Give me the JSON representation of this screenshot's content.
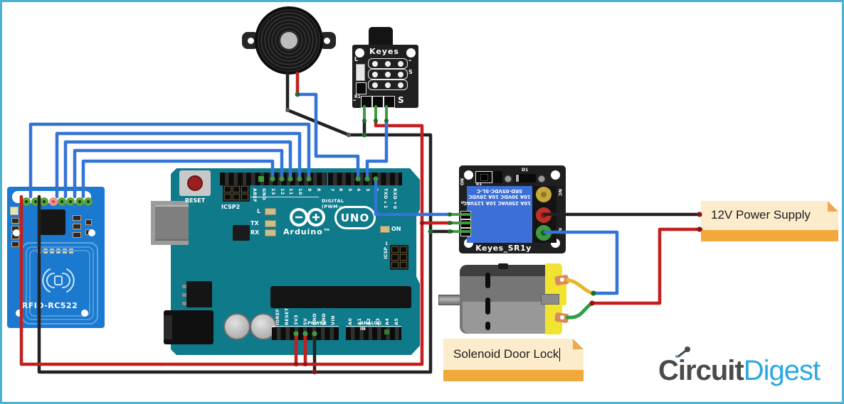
{
  "palette": {
    "wire_blue": "#3374d8",
    "wire_red": "#c41e1e",
    "wire_black": "#222222",
    "wire_green_stub": "#3f9b42",
    "pigtail_yellow": "#e8b52a",
    "pigtail_green": "#2e9e44",
    "arduino_teal": "#0e7a8a",
    "rfid_blue": "#1b79cf",
    "relay_blue": "#3d6fd8",
    "note_bg": "#fdeccb",
    "note_strip": "#f2a93b",
    "border_blue": "#4cb1d3",
    "logo_gray": "#4a4a4a",
    "logo_blue": "#2ba9e0"
  },
  "rfid": {
    "board_label": "RFID-RC522"
  },
  "keyes": {
    "title": "Keyes",
    "l": "L",
    "r1": "R1",
    "row1_minus": "-",
    "row2_s": "S",
    "hdr_minus": "-",
    "hdr_s": "S"
  },
  "arduino": {
    "reset": "RESET",
    "icsp2": "ICSP2",
    "icsp": "ICSP",
    "icsp_one": "1",
    "digital_caption": "DIGITAL (PWM~",
    "top_left_pins": [
      "AREF",
      "GND",
      "13",
      "12",
      "11",
      "10",
      "9",
      "8"
    ],
    "top_right_pins": [
      "7",
      "6",
      "5",
      "4",
      "3",
      "2",
      "TXD▸1",
      "RXD◂0"
    ],
    "led_l": "L",
    "led_tx": "TX",
    "led_rx": "RX",
    "led_on": "ON",
    "brand": "Arduino™",
    "model": "UNO",
    "power_caption": "POWER",
    "analog_caption": "ANALOG IN",
    "power_pins": [
      "IOREF",
      "RESET",
      "3V3",
      "5V",
      "GND",
      "GND",
      "VIN"
    ],
    "analog_pins": [
      "A0",
      "A1",
      "A2",
      "A3",
      "A4",
      "A5"
    ]
  },
  "relay": {
    "r1": "R1",
    "d1": "D1",
    "edge_no": "NO",
    "edge_s": "S",
    "line1": "10A 250VAC 10A 125VAC",
    "line2": "10A 30VDC 10A 28VDC",
    "line3": "SRD-05VDC-SL-C",
    "nc": "NC",
    "no_label": "N",
    "board_label": "Keyes_SR1y"
  },
  "notes": {
    "power_supply": "12V Power Supply",
    "solenoid": "Solenoid Door Lock"
  },
  "logo": {
    "part1": "Circuit",
    "part2": "Digest"
  },
  "connections": [
    {
      "color": "blue",
      "from": "rfid-pin-2",
      "to": "arduino-d9"
    },
    {
      "color": "blue",
      "from": "rfid-pin-5",
      "to": "arduino-d10"
    },
    {
      "color": "blue",
      "from": "rfid-pin-6",
      "to": "arduino-d11"
    },
    {
      "color": "blue",
      "from": "rfid-pin-7",
      "to": "arduino-d12"
    },
    {
      "color": "blue",
      "from": "rfid-pin-8",
      "to": "arduino-d13"
    },
    {
      "color": "red",
      "from": "rfid-pin-1",
      "to": "arduino-3V3-5V-rail"
    },
    {
      "color": "black",
      "from": "rfid-pin-3",
      "to": "arduino-gnd-rail"
    },
    {
      "color": "red",
      "from": "buzzer-positive",
      "to": "arduino-d4 (blue segment)"
    },
    {
      "color": "black",
      "from": "buzzer-negative",
      "to": "gnd-rail"
    },
    {
      "color": "blue",
      "from": "keyes-sensor-S",
      "to": "arduino-d3"
    },
    {
      "color": "red",
      "from": "keyes-sensor-middle",
      "to": "5v-rail"
    },
    {
      "color": "black",
      "from": "keyes-sensor-minus",
      "to": "gnd-rail"
    },
    {
      "color": "blue",
      "from": "arduino-d2",
      "to": "relay-S"
    },
    {
      "color": "red",
      "from": "5v-rail",
      "to": "relay-plus"
    },
    {
      "color": "black",
      "from": "gnd-rail",
      "to": "relay-minus"
    },
    {
      "color": "black",
      "from": "relay-COM",
      "to": "12v-power-supply"
    },
    {
      "color": "red",
      "from": "12v-power-supply",
      "to": "solenoid-terminal-2"
    },
    {
      "color": "blue",
      "from": "relay-NO",
      "to": "solenoid-terminal-1"
    }
  ]
}
